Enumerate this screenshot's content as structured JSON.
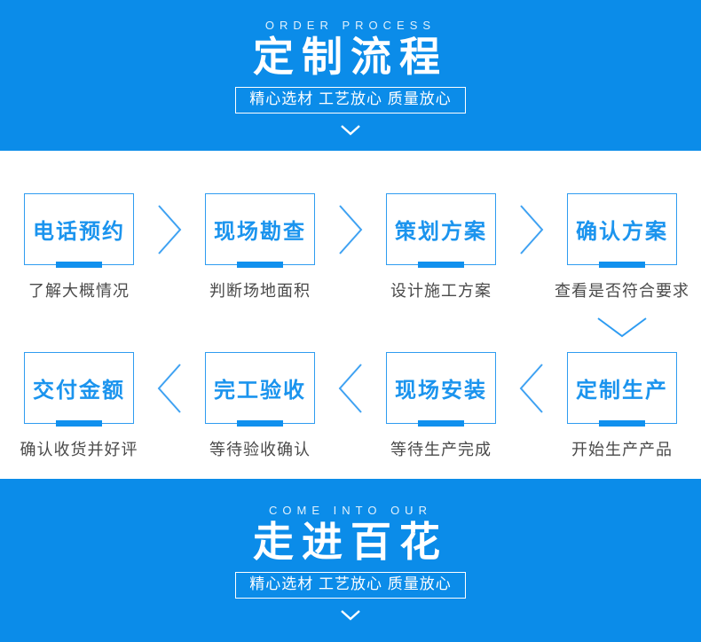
{
  "top_banner": {
    "eyebrow": "ORDER PROCESS",
    "title": "定制流程",
    "badge": "精心选材 工艺放心 质量放心"
  },
  "bottom_banner": {
    "eyebrow": "COME INTO OUR",
    "title": "走进百花",
    "badge": "精心选材 工艺放心 质量放心"
  },
  "process": {
    "rows": [
      {
        "direction": "right",
        "steps": [
          {
            "label": "电话预约",
            "caption": "了解大概情况"
          },
          {
            "label": "现场勘查",
            "caption": "判断场地面积"
          },
          {
            "label": "策划方案",
            "caption": "设计施工方案"
          },
          {
            "label": "确认方案",
            "caption": "查看是否符合要求"
          }
        ]
      },
      {
        "direction": "left",
        "steps": [
          {
            "label": "交付金额",
            "caption": "确认收货并好评"
          },
          {
            "label": "完工验收",
            "caption": "等待验收确认"
          },
          {
            "label": "现场安装",
            "caption": "等待生产完成"
          },
          {
            "label": "定制生产",
            "caption": "开始生产产品"
          }
        ]
      }
    ]
  },
  "icons": {
    "chevron_right": "chevron-right-icon",
    "chevron_left": "chevron-left-icon",
    "chevron_down": "chevron-down-icon"
  },
  "colors": {
    "banner_blue": "#0b8ce9",
    "box_border_blue": "#2f9cf0",
    "box_label_blue": "#1b94ee",
    "bar_blue": "#1090ee",
    "chevron_blue": "#3fa2f2",
    "caption_gray": "#4a4a4a",
    "white": "#ffffff"
  }
}
